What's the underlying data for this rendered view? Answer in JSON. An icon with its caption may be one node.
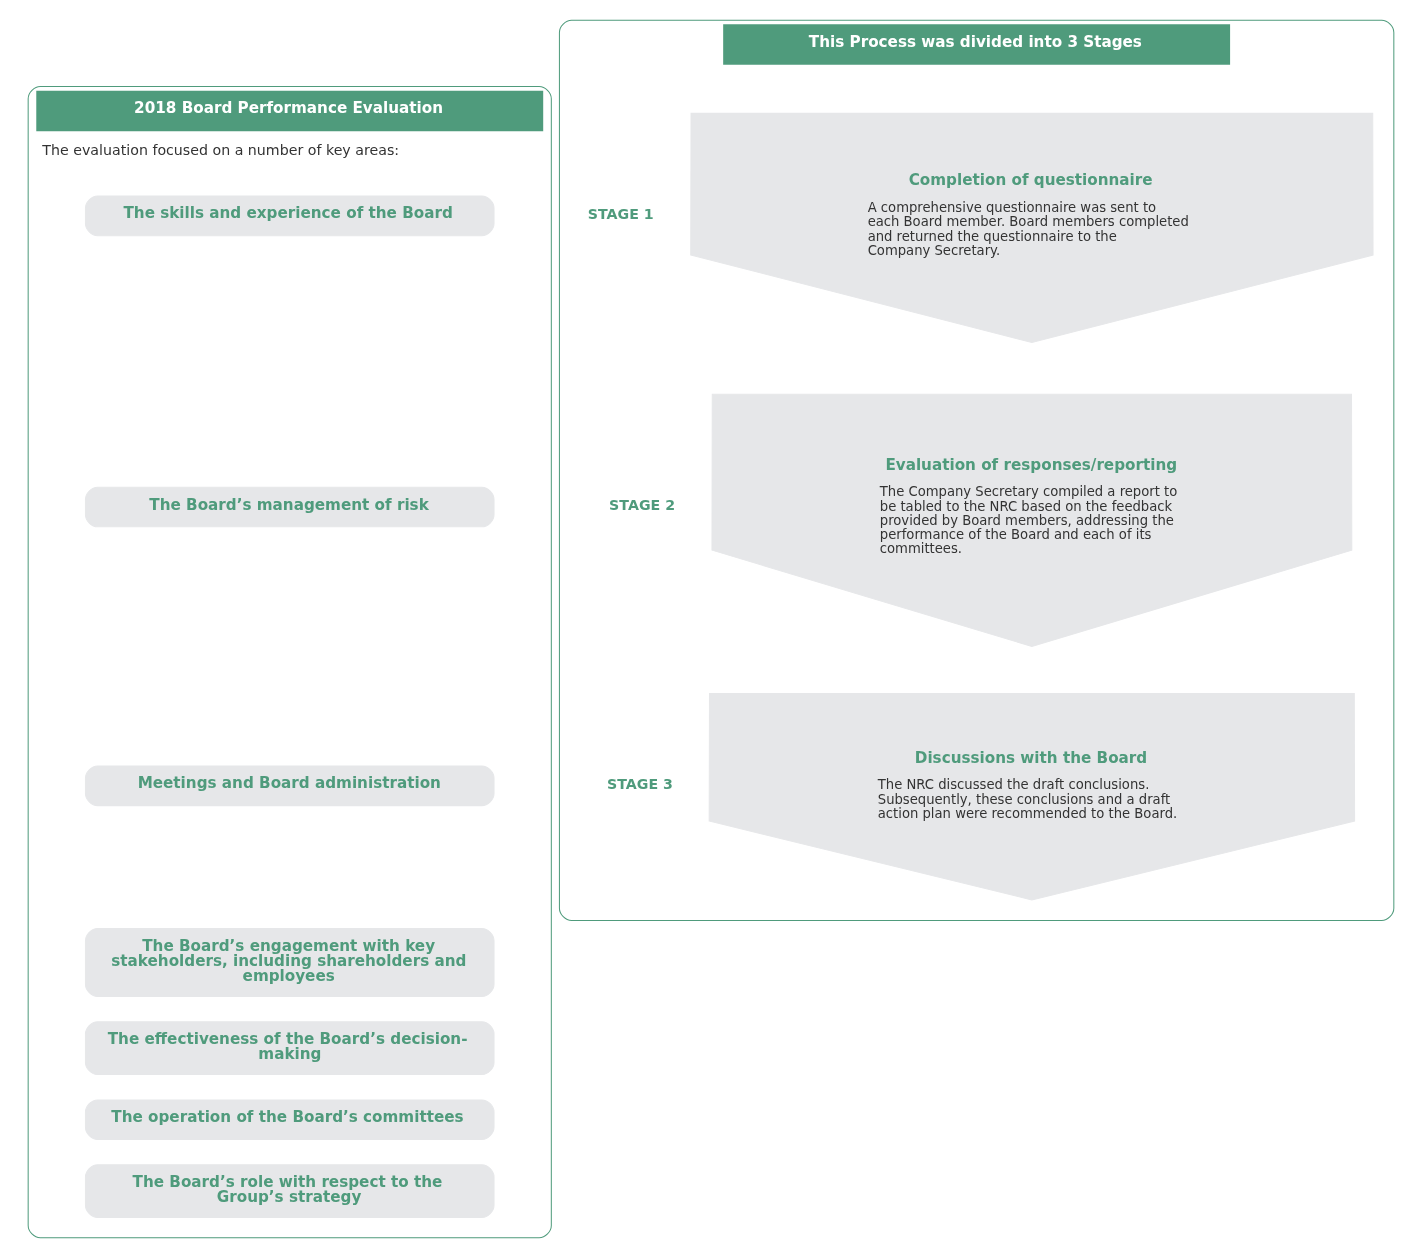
{
  "diagram": {
    "nodes": [
      {
        "text": [
          "2018 Board Performance Evaluation",
          "The evaluation focused on a number of key areas:"
        ]
      },
      {
        "text": [
          "The skills and experience of the Board"
        ],
        "in": 0
      },
      {
        "text": [
          "The Board’s management of risk"
        ],
        "in": 0
      },
      {
        "text": [
          "Meetings and Board administration"
        ],
        "in": 0
      },
      {
        "text": [
          "The Board’s engagement with key stakeholders, including shareholders and employees"
        ],
        "in": 0
      },
      {
        "text": [
          "The effectiveness of the Board’s decision-making"
        ],
        "in": 0
      },
      {
        "text": [
          "The operation of the Board’s committees"
        ],
        "in": 0
      },
      {
        "text": [
          "The Board’s role with respect to the Group’s strategy"
        ],
        "in": 0
      },
      {
        "text": [
          "This Process was divided into 3 Stages"
        ]
      },
      {
        "text": [
          "Completion of questionnaire",
          "A comprehensive questionnaire was sent to each Board member. Board members completed and returned the questionnaire to the Company Secretary."
        ],
        "beside": [
          "STAGE 1"
        ],
        "in": 8
      },
      {
        "text": [
          "Evaluation of responses/reporting",
          "The Company Secretary compiled a report to be tabled to the NRC based on the feedback provided by Board members, addressing the performance of the Board and each of its committees."
        ],
        "beside": [
          "STAGE 2"
        ],
        "in": 8
      },
      {
        "text": [
          "Discussions with the Board",
          "The NRC discussed the draft conclusions. Subsequently, these conclusions and a draft action plan were recommended to the Board."
        ],
        "beside": [
          "STAGE 3"
        ],
        "in": 8
      }
    ],
    "edges": []
  }
}
